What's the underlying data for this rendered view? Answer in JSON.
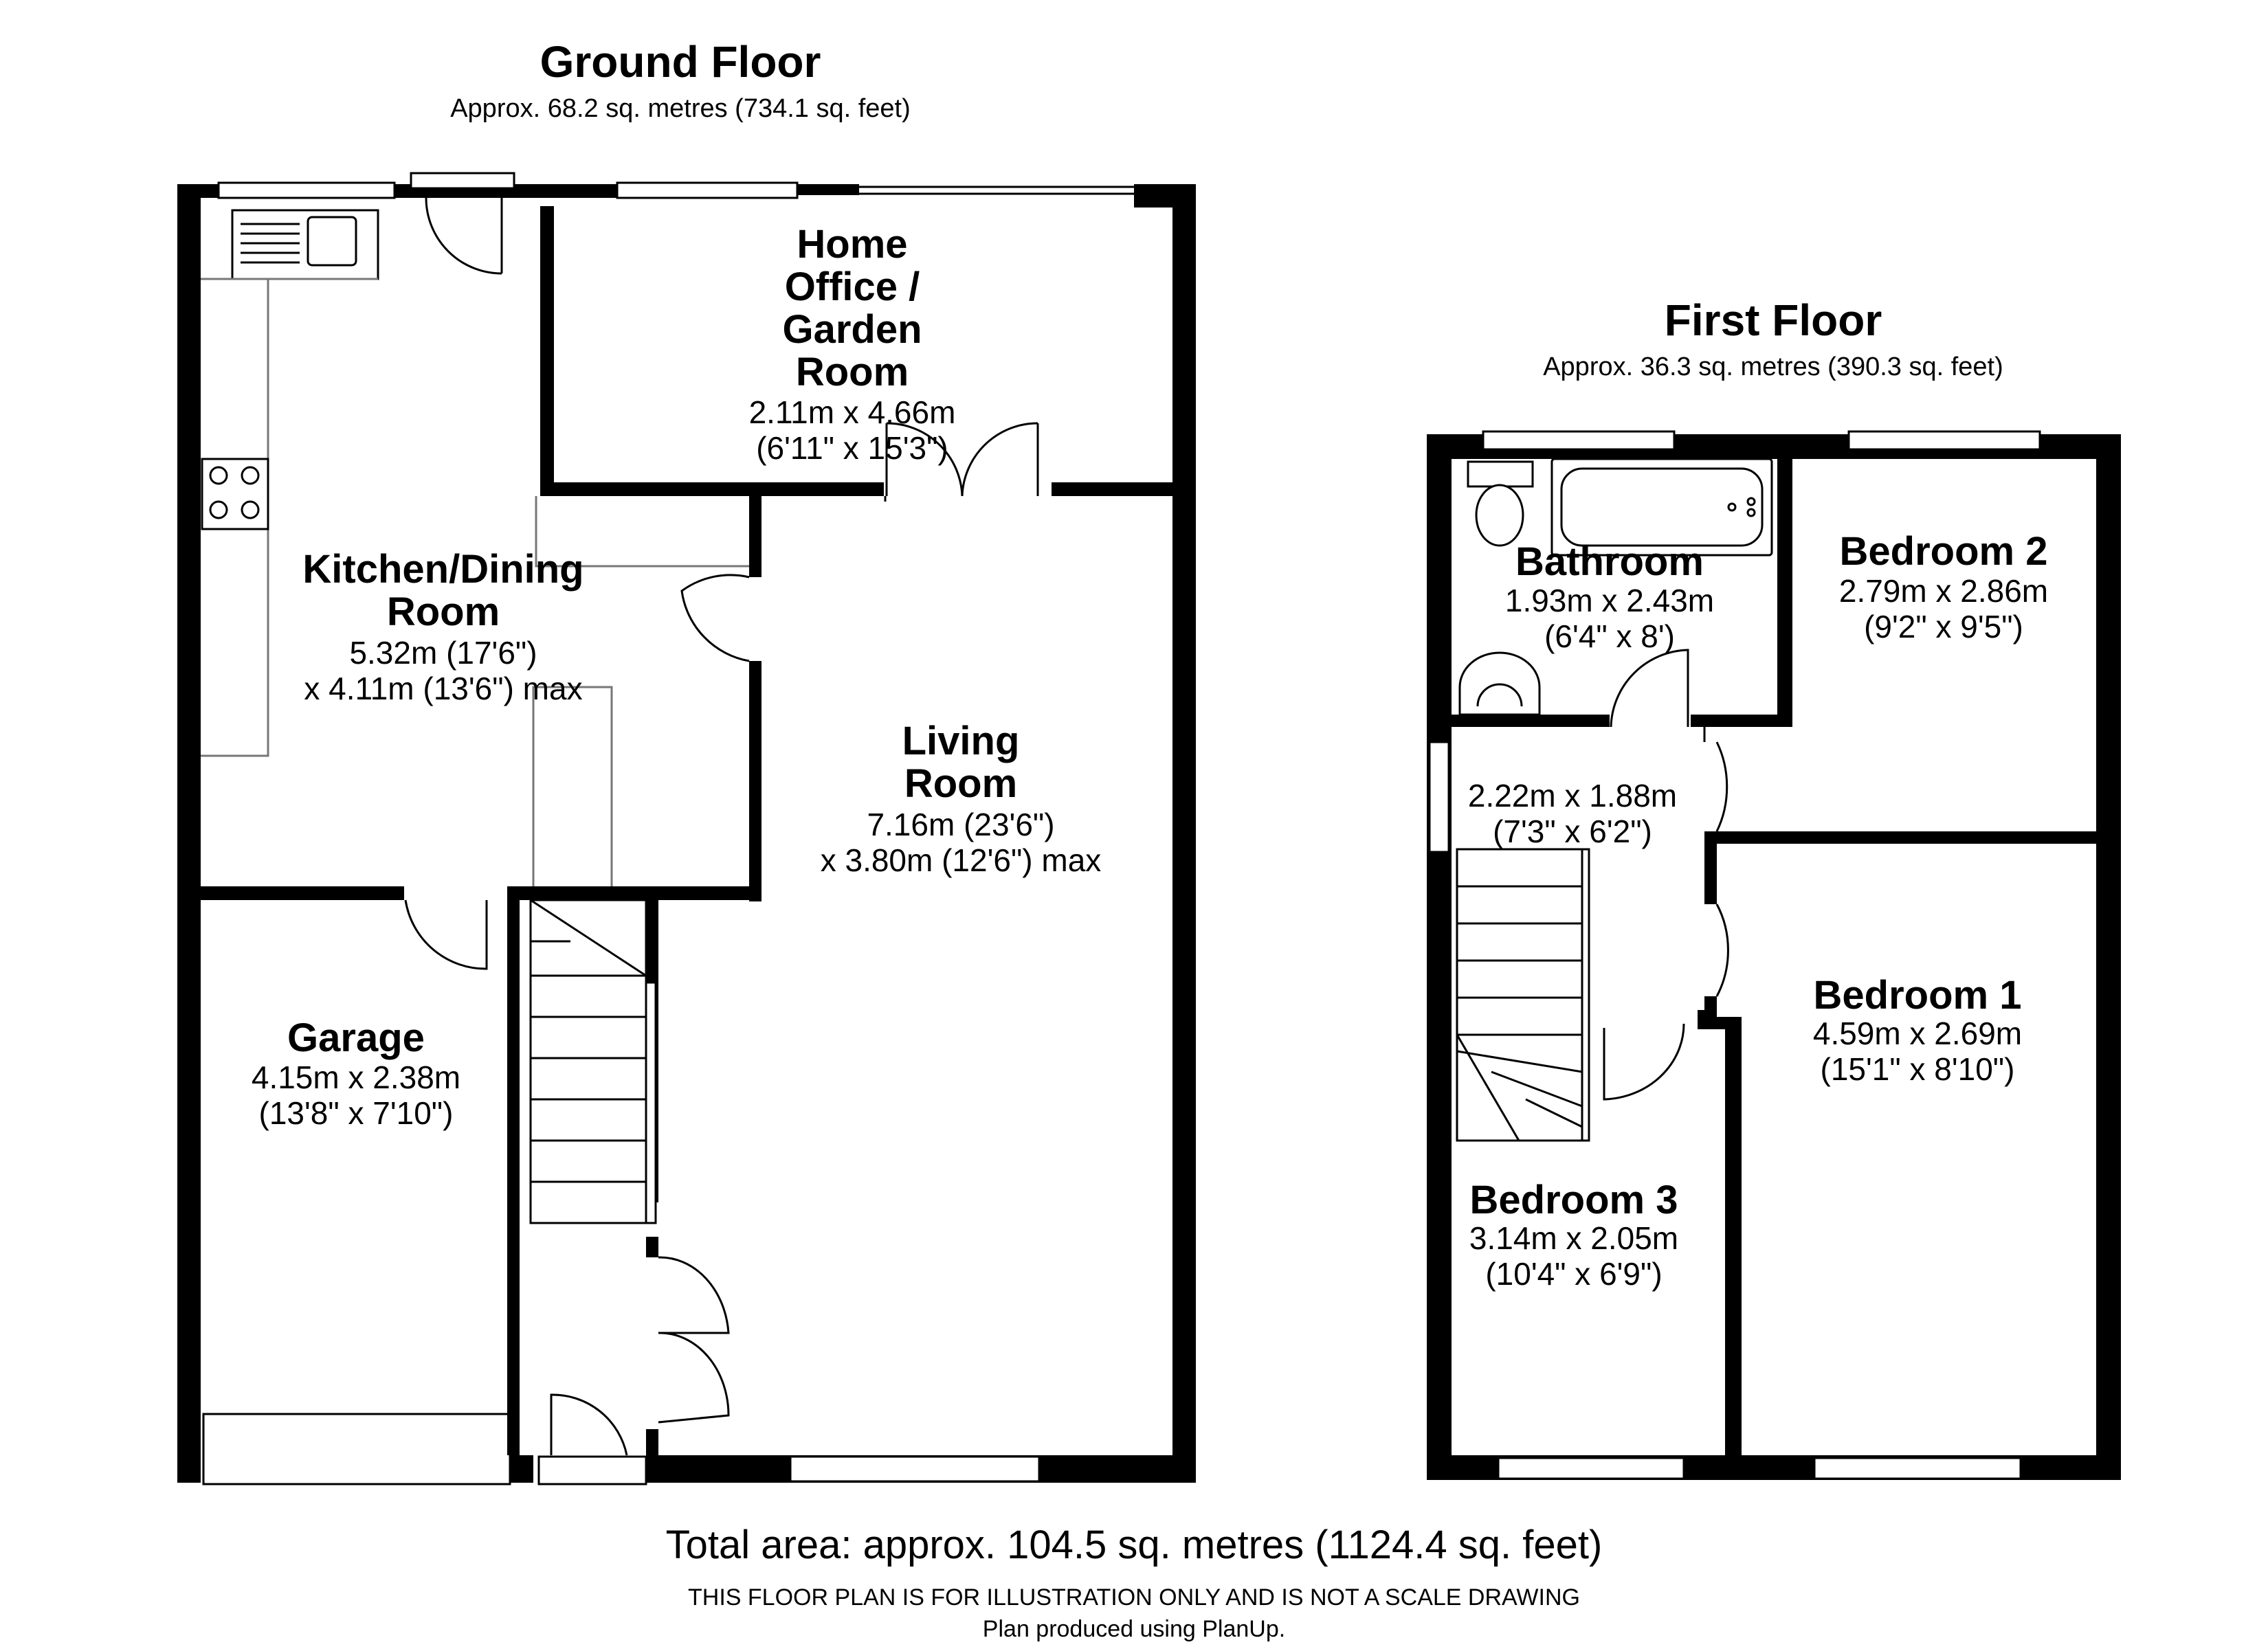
{
  "ground_floor": {
    "title": "Ground Floor",
    "area": "Approx. 68.2 sq. metres (734.1 sq. feet)",
    "rooms": {
      "office": {
        "name_lines": [
          "Home",
          "Office /",
          "Garden",
          "Room"
        ],
        "dims": [
          "2.11m x 4.66m",
          "(6'11\" x 15'3\")"
        ]
      },
      "kitchen": {
        "name_lines": [
          "Kitchen/Dining",
          "Room"
        ],
        "dims": [
          "5.32m (17'6\")",
          "x 4.11m (13'6\") max"
        ]
      },
      "living": {
        "name_lines": [
          "Living",
          "Room"
        ],
        "dims": [
          "7.16m (23'6\")",
          "x 3.80m (12'6\") max"
        ]
      },
      "garage": {
        "name_lines": [
          "Garage"
        ],
        "dims": [
          "4.15m x 2.38m",
          "(13'8\" x 7'10\")"
        ]
      }
    }
  },
  "first_floor": {
    "title": "First Floor",
    "area": "Approx. 36.3 sq. metres (390.3 sq. feet)",
    "rooms": {
      "bathroom": {
        "name_lines": [
          "Bathroom"
        ],
        "dims": [
          "1.93m x 2.43m",
          "(6'4\" x 8')"
        ]
      },
      "bedroom2": {
        "name_lines": [
          "Bedroom 2"
        ],
        "dims": [
          "2.79m x 2.86m",
          "(9'2\" x 9'5\")"
        ]
      },
      "landing": {
        "name_lines": [],
        "dims": [
          "2.22m x 1.88m",
          "(7'3\" x 6'2\")"
        ]
      },
      "bedroom1": {
        "name_lines": [
          "Bedroom 1"
        ],
        "dims": [
          "4.59m x 2.69m",
          "(15'1\" x 8'10\")"
        ]
      },
      "bedroom3": {
        "name_lines": [
          "Bedroom 3"
        ],
        "dims": [
          "3.14m x 2.05m",
          "(10'4\" x 6'9\")"
        ]
      }
    }
  },
  "footer": {
    "total": "Total area: approx. 104.5 sq. metres (1124.4 sq. feet)",
    "disclaimer": "THIS FLOOR PLAN IS FOR ILLUSTRATION ONLY AND IS NOT A SCALE DRAWING",
    "credit": "Plan produced using PlanUp."
  }
}
